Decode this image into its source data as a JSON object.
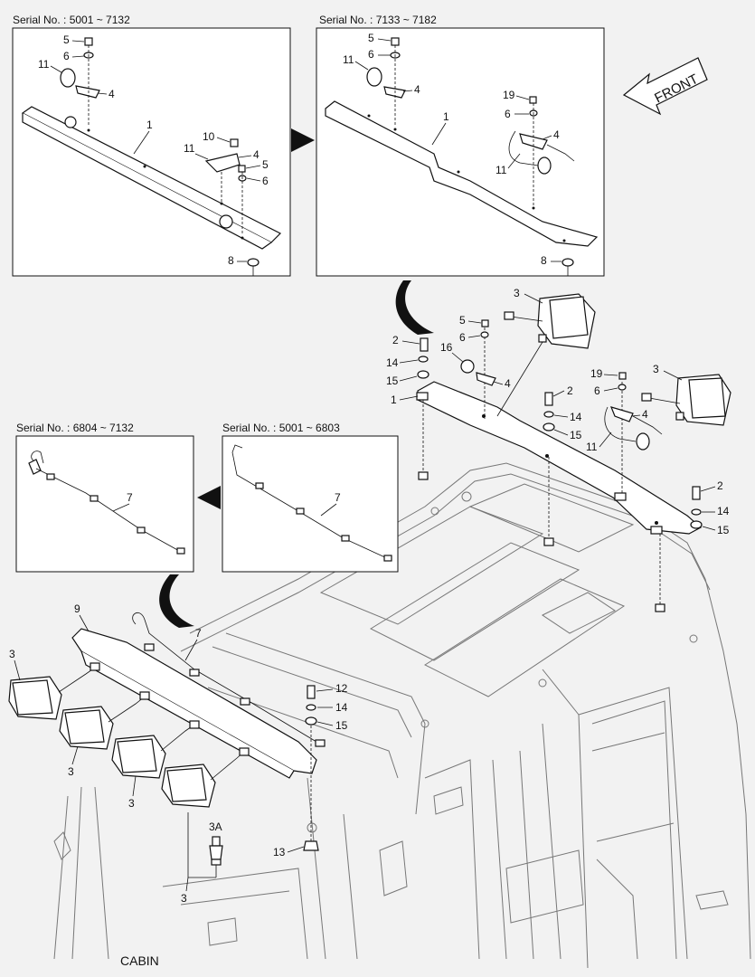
{
  "panels": {
    "top_left": {
      "serial": "Serial No. : 5001 ~ 7132"
    },
    "top_right": {
      "serial": "Serial No. : 7133 ~ 7182"
    },
    "mid_left": {
      "serial": "Serial No. : 6804 ~ 7132"
    },
    "mid_right": {
      "serial": "Serial No. : 5001 ~ 6803"
    }
  },
  "front_label": "FRONT",
  "cabin_label": "CABIN",
  "callouts": {
    "tl": [
      "5",
      "6",
      "11",
      "4",
      "1",
      "10",
      "11",
      "4",
      "5",
      "6",
      "8"
    ],
    "tr": [
      "5",
      "6",
      "11",
      "4",
      "1",
      "19",
      "6",
      "4",
      "11",
      "8"
    ],
    "main": [
      "3",
      "5",
      "6",
      "2",
      "16",
      "14",
      "15",
      "4",
      "1",
      "3",
      "19",
      "6",
      "2",
      "14",
      "4",
      "15",
      "11",
      "2",
      "14",
      "15"
    ],
    "ml": [
      "7"
    ],
    "mr": [
      "7"
    ],
    "lower": [
      "9",
      "7",
      "3",
      "3",
      "3",
      "3A",
      "3",
      "12",
      "14",
      "15",
      "13"
    ]
  }
}
